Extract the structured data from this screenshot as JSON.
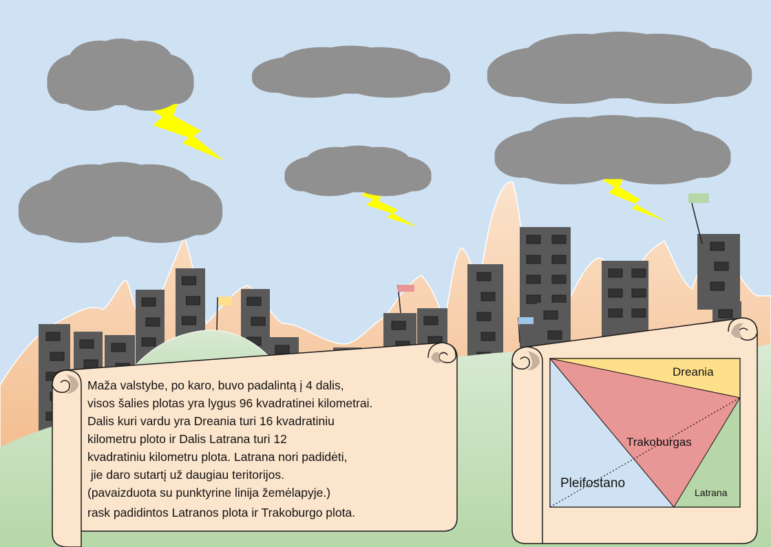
{
  "story": {
    "lines": [
      "Maža valstybe, po karo, buvo padalintą į 4 dalis,",
      "visos šalies plotas yra lygus 96 kvadratinei kilometrai.",
      "Dalis kuri vardu yra Dreania turi 16 kvadratiniu",
      "kilometru ploto ir Dalis Latrana turi 12",
      "kvadratiniu kilometru plota. Latrana nori padidėti,",
      " jie daro sutartį už daugiau teritorijos.",
      "(pavaizduota su punktyrine linija žemėlapyje.)",
      "rask padidintos Latranos plota ir Trakoburgo plota."
    ]
  },
  "map": {
    "regions": {
      "dreania": "Dreania",
      "trakoburgas": "Trakoburgas",
      "pleifostano": "Pleifostano",
      "latrana": "Latrana"
    },
    "colors": {
      "dreania": "#ffe08a",
      "trakoburgas": "#e99696",
      "pleifostano": "#cfe2f3",
      "latrana": "#b7d7a8"
    }
  },
  "colors": {
    "sky": "#cfe2f3",
    "cloud": "#909090",
    "lightning": "#ffff00",
    "building": "#595959",
    "window": "#333333",
    "hills": "#b6d7a8",
    "parchment": "#fce5cd"
  }
}
